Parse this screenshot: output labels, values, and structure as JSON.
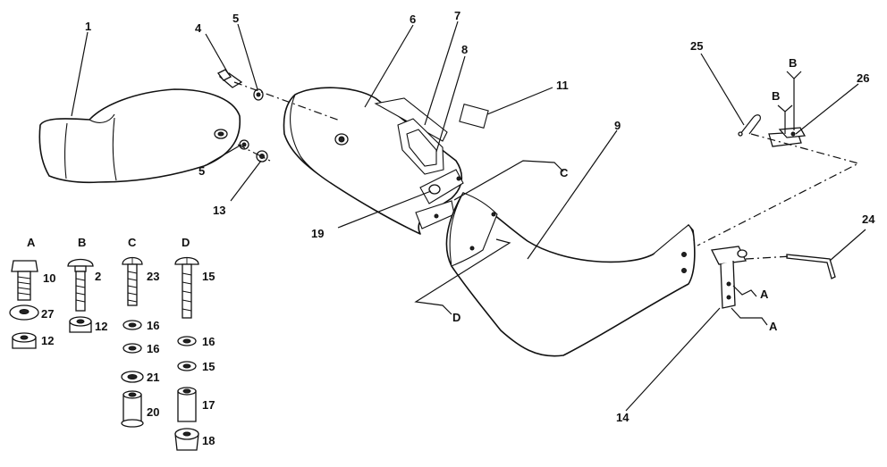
{
  "callouts": {
    "p1": "1",
    "p4": "4",
    "p5a": "5",
    "p5b": "5",
    "p6": "6",
    "p7": "7",
    "p8": "8",
    "p9": "9",
    "p11": "11",
    "p13": "13",
    "p14": "14",
    "p19": "19",
    "p24": "24",
    "p25": "25",
    "p26": "26"
  },
  "refs": {
    "c": "C",
    "d": "D",
    "b1": "B",
    "b2": "B",
    "a1": "A",
    "a2": "A"
  },
  "hardware": {
    "col_a": {
      "title": "A",
      "bolt": "10",
      "washer": "27",
      "nut": "12"
    },
    "col_b": {
      "title": "B",
      "bolt": "2",
      "nut": "12"
    },
    "col_c": {
      "title": "C",
      "bolt": "23",
      "w1": "16",
      "w2": "16",
      "w3": "21",
      "spacer": "20"
    },
    "col_d": {
      "title": "D",
      "bolt": "15",
      "w1": "16",
      "w2": "15",
      "spacer": "17",
      "nut": "18"
    }
  }
}
